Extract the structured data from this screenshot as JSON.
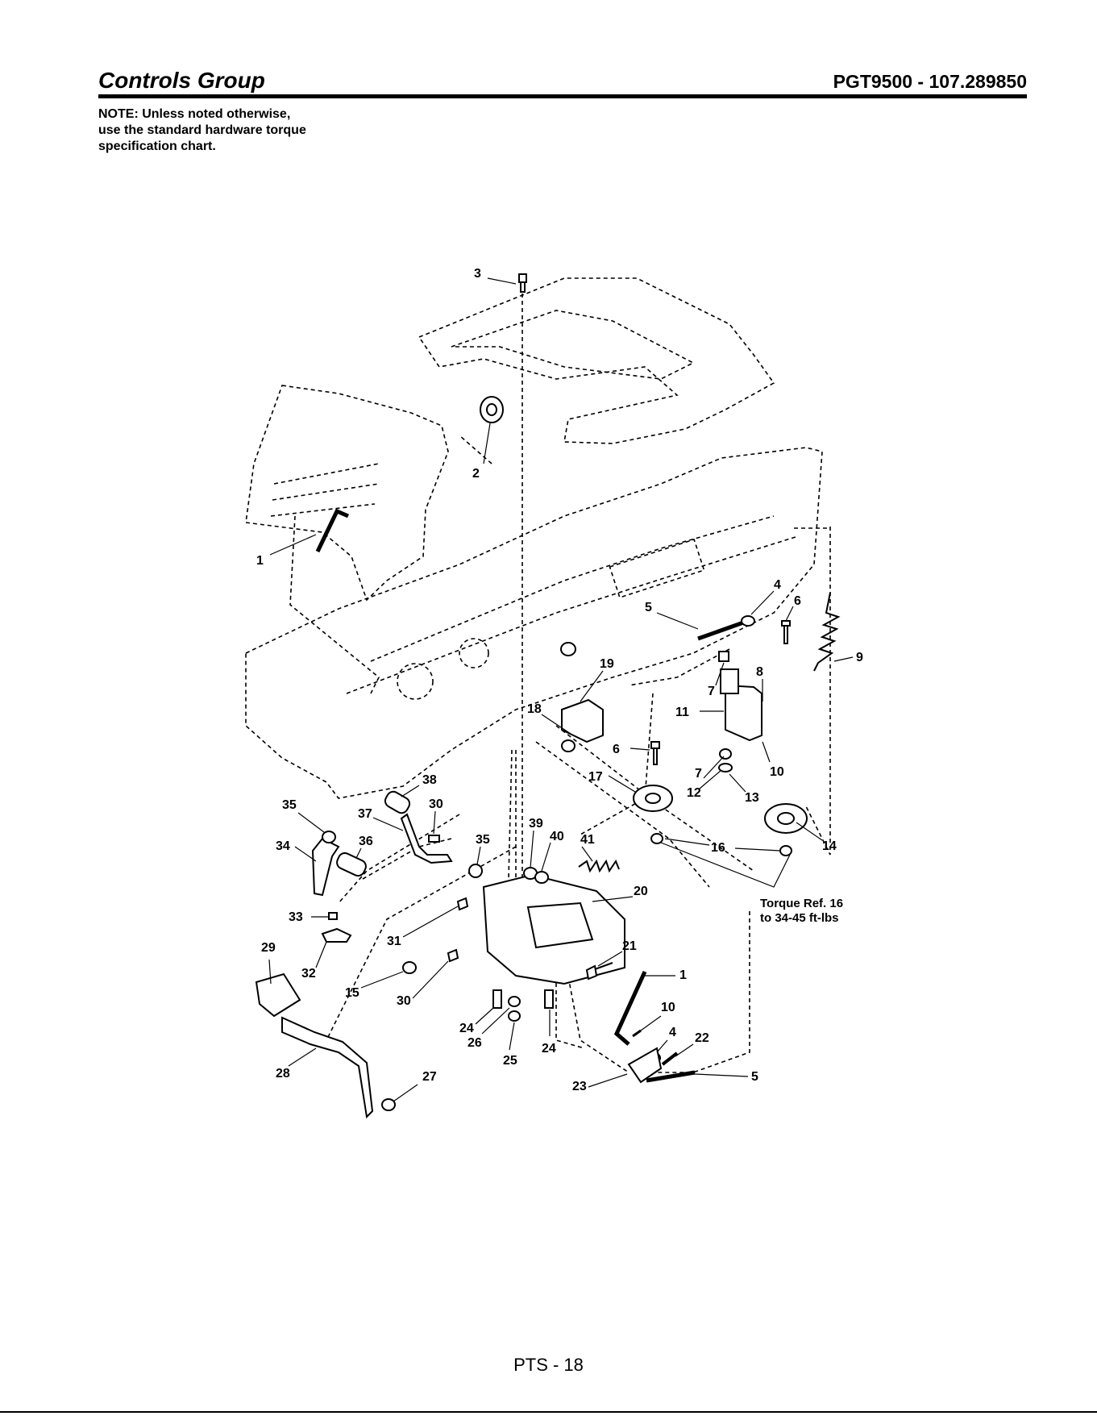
{
  "header": {
    "title": "Controls Group",
    "model": "PGT9500 - 107.289850"
  },
  "note": {
    "line1": "NOTE: Unless noted otherwise,",
    "line2": "use the standard hardware torque",
    "line3": "specification chart."
  },
  "torque": {
    "line1": "Torque Ref. 16",
    "line2": "to 34-45 ft-lbs"
  },
  "footer": {
    "page": "PTS - 18"
  },
  "callouts": {
    "c1a": "1",
    "c2": "2",
    "c3": "3",
    "c4a": "4",
    "c5a": "5",
    "c6a": "6",
    "c6b": "6",
    "c7a": "7",
    "c7b": "7",
    "c8": "8",
    "c9": "9",
    "c10a": "10",
    "c11": "11",
    "c12": "12",
    "c13": "13",
    "c14": "14",
    "c16": "16",
    "c17": "17",
    "c18": "18",
    "c19": "19",
    "c20": "20",
    "c21": "21",
    "c1b": "1",
    "c10b": "10",
    "c4b": "4",
    "c22": "22",
    "c5b": "5",
    "c23": "23",
    "c24a": "24",
    "c26": "26",
    "c25": "25",
    "c24b": "24",
    "c15": "15",
    "c30a": "30",
    "c31": "31",
    "c32": "32",
    "c33": "33",
    "c29": "29",
    "c28": "28",
    "c27": "27",
    "c34": "34",
    "c35a": "35",
    "c36": "36",
    "c37": "37",
    "c38": "38",
    "c30b": "30",
    "c35b": "35",
    "c39": "39",
    "c40": "40",
    "c41": "41"
  }
}
